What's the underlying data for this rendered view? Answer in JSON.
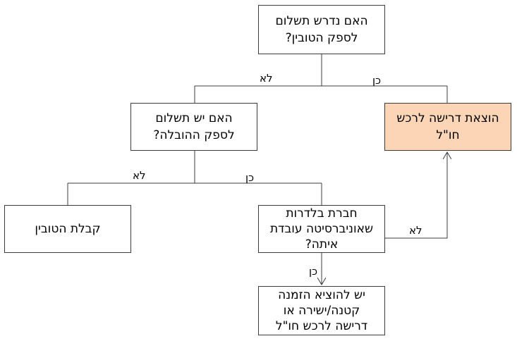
{
  "nodes": {
    "q_supplier_pay": "האם נדרש תשלום\nלספק הטובין?",
    "q_shipping_pay": "האם יש תשלום\nלספק ההובלה?",
    "overseas_request": "הוצאת דרישה לרכש\nחו\"ל",
    "receive_goods": "קבלת הטובין",
    "q_shipping_company": "חברת בלדרות\nשאוניברסיטה עובדת\nאיתה?",
    "issue_order": "יש להוציא הזמנה\nקטנה/ישירה או\nדרישה לרכש חו\"ל"
  },
  "edge_labels": {
    "top_no": "לא",
    "top_yes": "כן",
    "mid_no": "לא",
    "mid_yes": "כן",
    "courier_no": "לא",
    "courier_yes": "כן"
  },
  "colors": {
    "highlight_fill": "#fbd5b5",
    "line": "#3c3c3c"
  }
}
